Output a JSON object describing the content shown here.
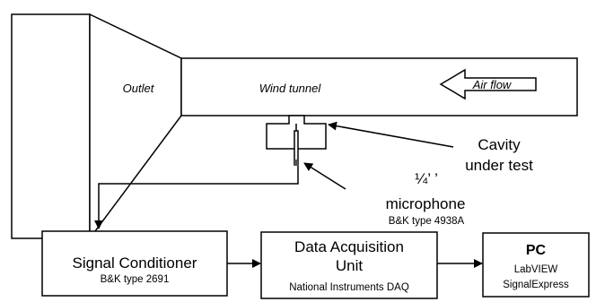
{
  "tunnel": {
    "outlet_label": "Outlet",
    "tunnel_label": "Wind tunnel",
    "airflow_label": "Air flow"
  },
  "cavity": {
    "line1": "Cavity",
    "line2": "under test"
  },
  "microphone": {
    "line1": "¼’ ’",
    "line2": "microphone",
    "line3": "B&K type 4938A"
  },
  "signal_conditioner": {
    "title": "Signal Conditioner",
    "subtitle": "B&K type 2691"
  },
  "daq": {
    "title_line1": "Data Acquisition",
    "title_line2": "Unit",
    "subtitle": "National Instruments DAQ"
  },
  "pc": {
    "title": "PC",
    "line1": "LabVIEW",
    "line2": "SignalExpress"
  }
}
